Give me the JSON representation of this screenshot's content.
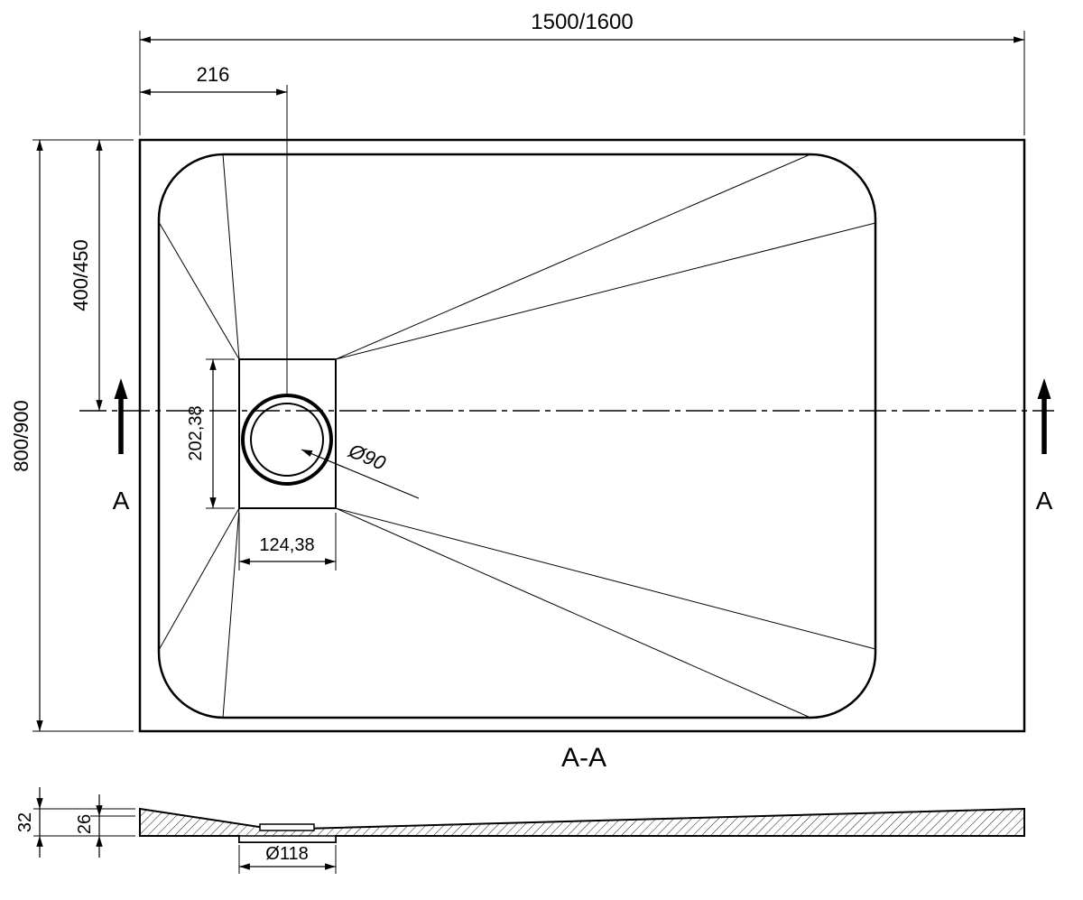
{
  "meta": {
    "background_color": "#ffffff",
    "line_color": "#000000"
  },
  "top_view": {
    "width_label": "1500/1600",
    "drain_offset_label": "216",
    "half_height_label": "400/450",
    "height_label": "800/900",
    "drain_box_height_label": "202,38",
    "drain_box_width_label": "124,38",
    "drain_diameter_label": "Ø90",
    "section_letter_left": "A",
    "section_letter_right": "A"
  },
  "section_view": {
    "title": "A-A",
    "total_thickness_label": "32",
    "base_thickness_label": "26",
    "drain_hole_label": "Ø118"
  }
}
